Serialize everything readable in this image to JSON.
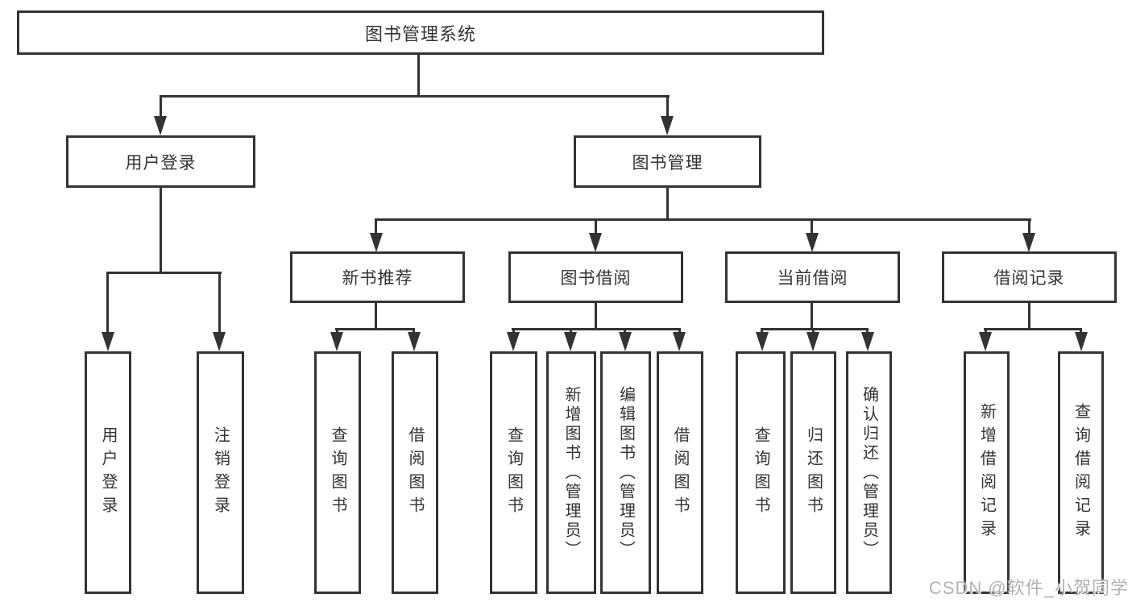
{
  "diagram_title": "图书管理系统",
  "colors": {
    "line": "#333333",
    "text": "#333333",
    "box_background": "#ffffff",
    "watermark": "#b3b3b3"
  },
  "watermark": {
    "text": "CSDN @软件_小贺同学"
  },
  "tree": {
    "label": "图书管理系统",
    "children": [
      {
        "label": "用户登录",
        "children": [
          {
            "label": "用户登录"
          },
          {
            "label": "注销登录"
          }
        ]
      },
      {
        "label": "图书管理",
        "children": [
          {
            "label": "新书推荐",
            "children": [
              {
                "label": "查询图书"
              },
              {
                "label": "借阅图书"
              }
            ]
          },
          {
            "label": "图书借阅",
            "children": [
              {
                "label": "查询图书"
              },
              {
                "label": "新增图书（管理员）"
              },
              {
                "label": "编辑图书（管理员）"
              },
              {
                "label": "借阅图书"
              }
            ]
          },
          {
            "label": "当前借阅",
            "children": [
              {
                "label": "查询图书"
              },
              {
                "label": "归还图书"
              },
              {
                "label": "确认归还（管理员）"
              }
            ]
          },
          {
            "label": "借阅记录",
            "children": [
              {
                "label": "新增借阅记录"
              },
              {
                "label": "查询借阅记录"
              }
            ]
          }
        ]
      }
    ]
  }
}
